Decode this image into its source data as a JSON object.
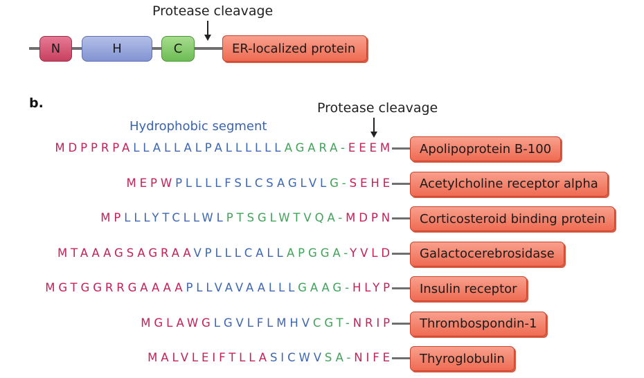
{
  "colors": {
    "n_region": "#c4215a",
    "h_region": "#3d67b3",
    "c_region": "#41a35a",
    "protein_box": "#ef6b52",
    "connector": "#6f6f6f"
  },
  "part_a": {
    "cleavage_label": "Protease cleavage",
    "domains": {
      "n": "N",
      "h": "H",
      "c": "C"
    },
    "protein_label": "ER-localized protein"
  },
  "part_b": {
    "panel_label": "b.",
    "cleavage_label": "Protease cleavage",
    "hydrophobic_label": "Hydrophobic segment",
    "rows": [
      {
        "n": "MDPPRPA",
        "h": "LLALLALPALLLLLL",
        "c": "AGARA-",
        "mature": "EEEM",
        "protein": "Apolipoprotein B-100"
      },
      {
        "n": "MEPW",
        "h": "PLLLLFSLCSAGLVL",
        "c": "G-",
        "mature": "SEHE",
        "protein": "Acetylcholine receptor alpha"
      },
      {
        "n": "MP",
        "h": "LLLYTCLLWL",
        "c": "PTSGLWTVQA-",
        "mature": "MDPN",
        "protein": "Corticosteroid binding protein"
      },
      {
        "n": "MTAAAGSAGRAA",
        "h": "VPLLLCALL",
        "c": "APGGA-",
        "mature": "YVLD",
        "protein": "Galactocerebrosidase"
      },
      {
        "n": "MGTGGRRGAAAA",
        "h": "PLLVAVAALLL",
        "c": "GAAG-",
        "mature": "HLYP",
        "protein": "Insulin receptor"
      },
      {
        "n": "MGLAWG",
        "h": "LGVLFLMHV",
        "c": "CGT-",
        "mature": "NRIP",
        "protein": "Thrombospondin-1"
      },
      {
        "n": "MALVLEIFTLLA",
        "h": "SICWV",
        "c": "SA-",
        "mature": "NIFE",
        "protein": "Thyroglobulin"
      }
    ]
  }
}
